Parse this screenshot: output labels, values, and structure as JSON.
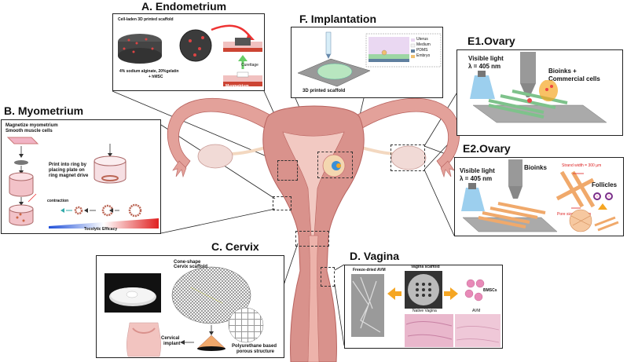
{
  "titles": {
    "endometrium": "A. Endometrium",
    "implantation": "F. Implantation",
    "myometrium": "B. Myometrium",
    "cervix": "C. Cervix",
    "vagina": "D. Vagina",
    "ovary1": "E1.Ovary",
    "ovary2": "E2.Ovary"
  },
  "endometrium": {
    "scaffold": "Cell-laden 3D printed scaffold",
    "material_1": "4% sodium alginate, 20%gelatin",
    "material_2": "+ hMSC",
    "curettage": "Curettage",
    "myometrium_label": "Myometrium"
  },
  "implantation": {
    "legend": [
      "Uterus",
      "Medium",
      "PDMS",
      "Embryo"
    ],
    "caption": "3D printed scaffold"
  },
  "myometrium": {
    "step1_line1": "Magnetize myometrium",
    "step1_line2": "Smooth muscle cells",
    "step2_line1": "Print into ring by",
    "step2_line2": "placing plate on",
    "step2_line3": "ring magnet drive",
    "contraction": "contraction",
    "tocolytic": "Tocolytic Efficacy"
  },
  "cervix": {
    "scaffold_line1": "Cone-shape",
    "scaffold_line2": "Cervix scaffold",
    "implant_line1": "Cervical",
    "implant_line2": "implant",
    "structure_line1": "Polyurethane based",
    "structure_line2": "porous structure"
  },
  "vagina": {
    "freeze_dried": "Freeze-dried AVM",
    "scaffold": "Vagina scaffold",
    "bmscs": "BMSCs",
    "native": "Native Vagina",
    "avm": "AVM"
  },
  "ovary1": {
    "light_line1": "Visible light",
    "light_line2": "λ = 405 nm",
    "bioinks_line1": "Bioinks +",
    "bioinks_line2": "Commercial cells"
  },
  "ovary2": {
    "light_line1": "Visible light",
    "light_line2": "λ = 405 nm",
    "bioinks": "Bioinks",
    "strand": "Strand width = 300 µm",
    "pore": "Pore size = 250 µm",
    "follicles": "Follicles"
  },
  "colors": {
    "uterus": "#d9928c",
    "uterus_dark": "#b8625e",
    "tube": "#e3a19a",
    "ovary": "#f1dad6",
    "scaffold_green": "#7ec28b",
    "scaffold_orange": "#f0a96b",
    "gradient_blue": "#1e4fd8",
    "gradient_red": "#e02020"
  }
}
